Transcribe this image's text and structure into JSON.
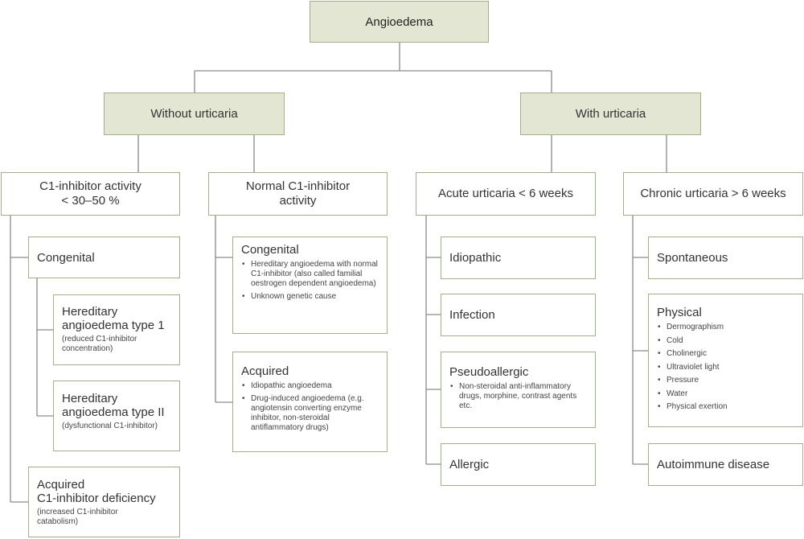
{
  "root": {
    "label": "Angioedema"
  },
  "without": {
    "label": "Without urticaria",
    "c1_low": {
      "label": "C1-inhibitor activity\n< 30–50 %",
      "congenital": {
        "label": "Congenital",
        "type1": {
          "title": "Hereditary\nangioedema type 1",
          "note": "(reduced C1-inhibitor\nconcentration)"
        },
        "type2": {
          "title": "Hereditary\nangioedema type II",
          "note": "(dysfunctional C1-inhibitor)"
        }
      },
      "acquired": {
        "title": "Acquired\nC1-inhibitor deficiency",
        "note": "(increased C1-inhibitor\ncatabolism)"
      }
    },
    "c1_normal": {
      "label": "Normal C1-inhibitor\nactivity",
      "congenital": {
        "title": "Congenital",
        "items": [
          "Hereditary angioedema with normal C1-inhibitor (also called familial oestrogen dependent angioedema)",
          "Unknown genetic cause"
        ]
      },
      "acquired": {
        "title": "Acquired",
        "items": [
          "Idiopathic angioedema",
          "Drug-induced angioedema (e.g. angiotensin converting enzyme inhibitor, non-steroidal antiflammatory drugs)"
        ]
      }
    }
  },
  "with": {
    "label": "With urticaria",
    "acute": {
      "label": "Acute urticaria < 6 weeks",
      "idiopathic": "Idiopathic",
      "infection": "Infection",
      "pseudoallergic": {
        "title": "Pseudoallergic",
        "items": [
          "Non-steroidal anti-inflammatory drugs, morphine, contrast agents etc."
        ]
      },
      "allergic": "Allergic"
    },
    "chronic": {
      "label": "Chronic urticaria > 6 weeks",
      "spontaneous": "Spontaneous",
      "physical": {
        "title": "Physical",
        "items": [
          "Dermographism",
          "Cold",
          "Cholinergic",
          "Ultraviolet light",
          "Pressure",
          "Water",
          "Physical exertion"
        ]
      },
      "autoimmune": "Autoimmune disease"
    }
  },
  "colors": {
    "header_fill": "#e2e6d2",
    "border": "#a3ae8b",
    "connector": "#8a8a8a"
  }
}
